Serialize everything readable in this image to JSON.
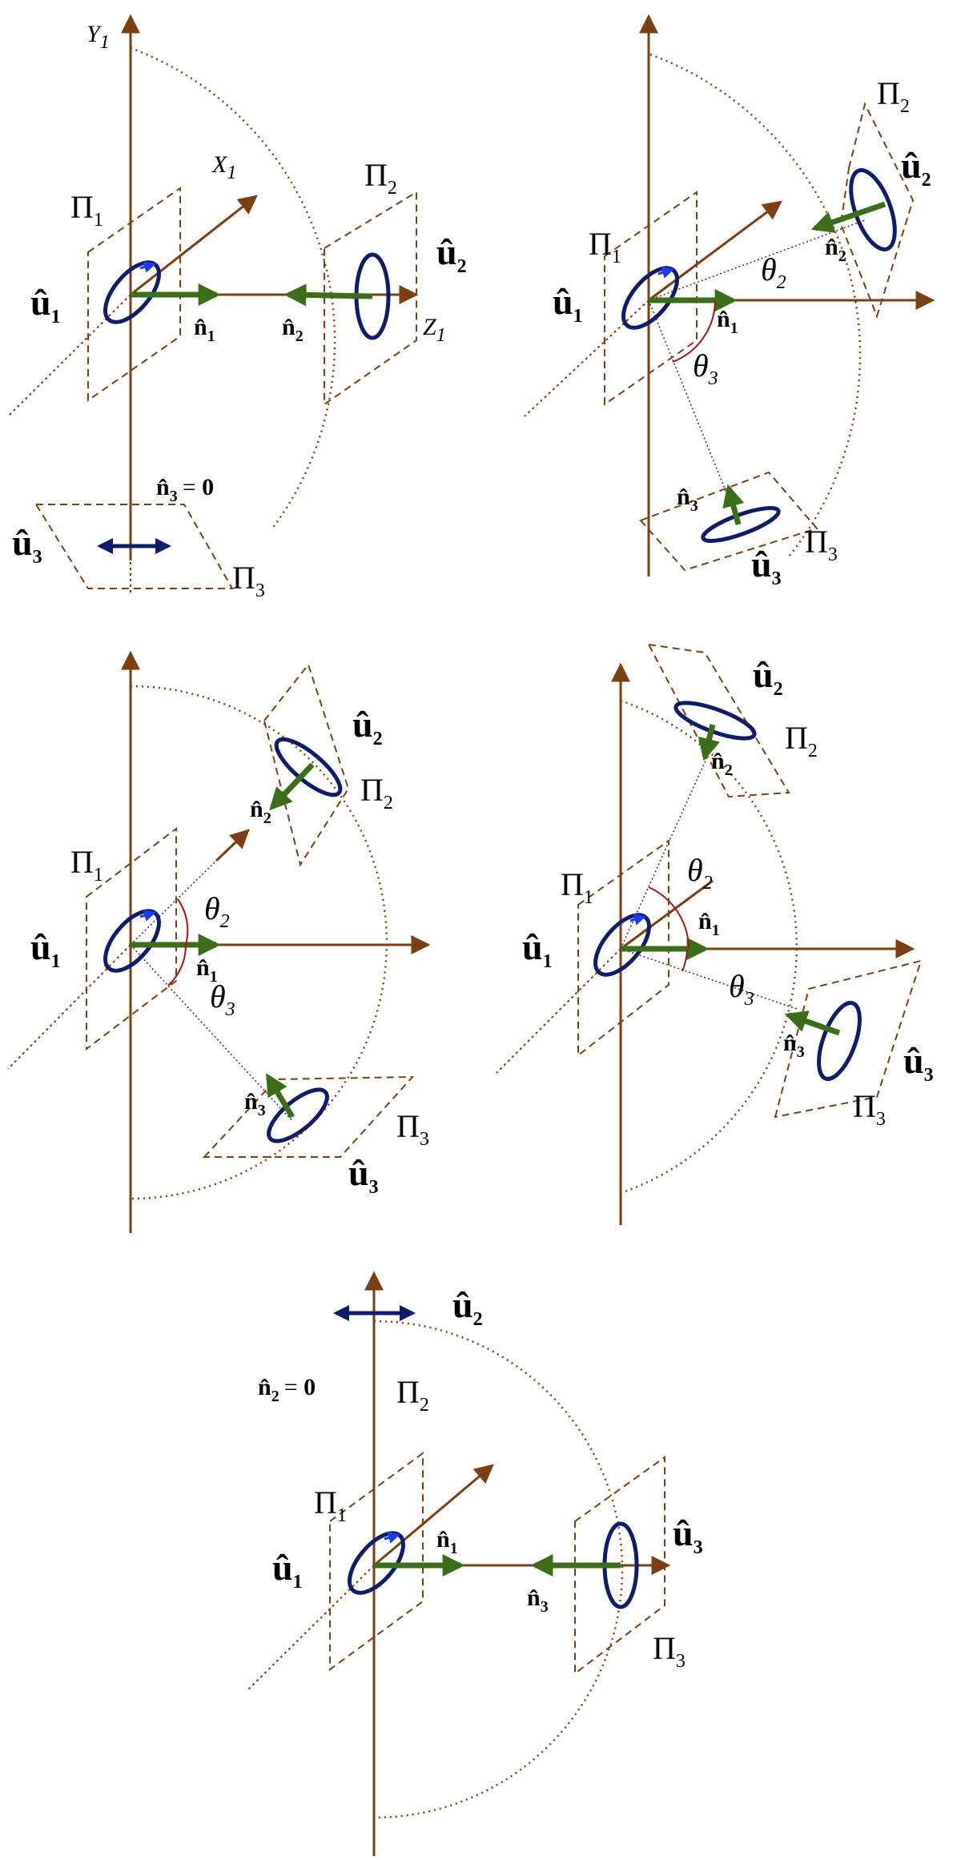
{
  "colors": {
    "axis": "#7b3f12",
    "plane": "#7b3f12",
    "ring": "#0f1b6b",
    "normal": "#3c6e1a",
    "dotted": "#7b3f12",
    "arc": "#a01818",
    "tiny_arrow": "#1b3cff"
  },
  "symbols": {
    "u_hat": "û",
    "n_hat": "n̂",
    "pi": "Π",
    "theta": "θ",
    "Y": "Y",
    "X": "X",
    "Z": "Z",
    "zero_bold": "0",
    "eq": "= "
  },
  "subs": {
    "s1": "1",
    "s2": "2",
    "s3": "3"
  },
  "panels": [
    {
      "id": "panel-1",
      "note": ""
    },
    {
      "id": "panel-2",
      "note": ""
    },
    {
      "id": "panel-3",
      "note": ""
    },
    {
      "id": "panel-4",
      "note": ""
    },
    {
      "id": "panel-5",
      "note": ""
    }
  ]
}
